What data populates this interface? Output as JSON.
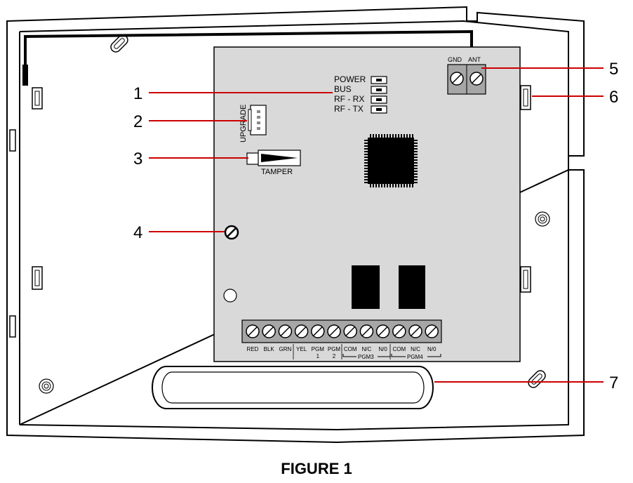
{
  "figure": {
    "caption": "FIGURE 1"
  },
  "callouts": [
    "1",
    "2",
    "3",
    "4",
    "5",
    "6",
    "7"
  ],
  "led_labels": [
    "POWER",
    "BUS",
    "RF - RX",
    "RF - TX"
  ],
  "component_labels": {
    "upgrade": "UPGRADE",
    "tamper": "TAMPER",
    "gnd": "GND",
    "ant": "ANT"
  },
  "terminals": {
    "top": [
      "RED",
      "BLK",
      "GRN",
      "YEL",
      "PGM",
      "PGM",
      "COM",
      "N/C",
      "N/0",
      "COM",
      "N/C",
      "N/0"
    ],
    "bottom": [
      "",
      "",
      "",
      "",
      "1",
      "2",
      "",
      "",
      "",
      "",
      "",
      ""
    ],
    "groups": [
      "PGM3",
      "PGM4"
    ]
  },
  "colors": {
    "callout_line": "#cc0000",
    "board": "#d9d9d9",
    "outline": "#000000"
  }
}
